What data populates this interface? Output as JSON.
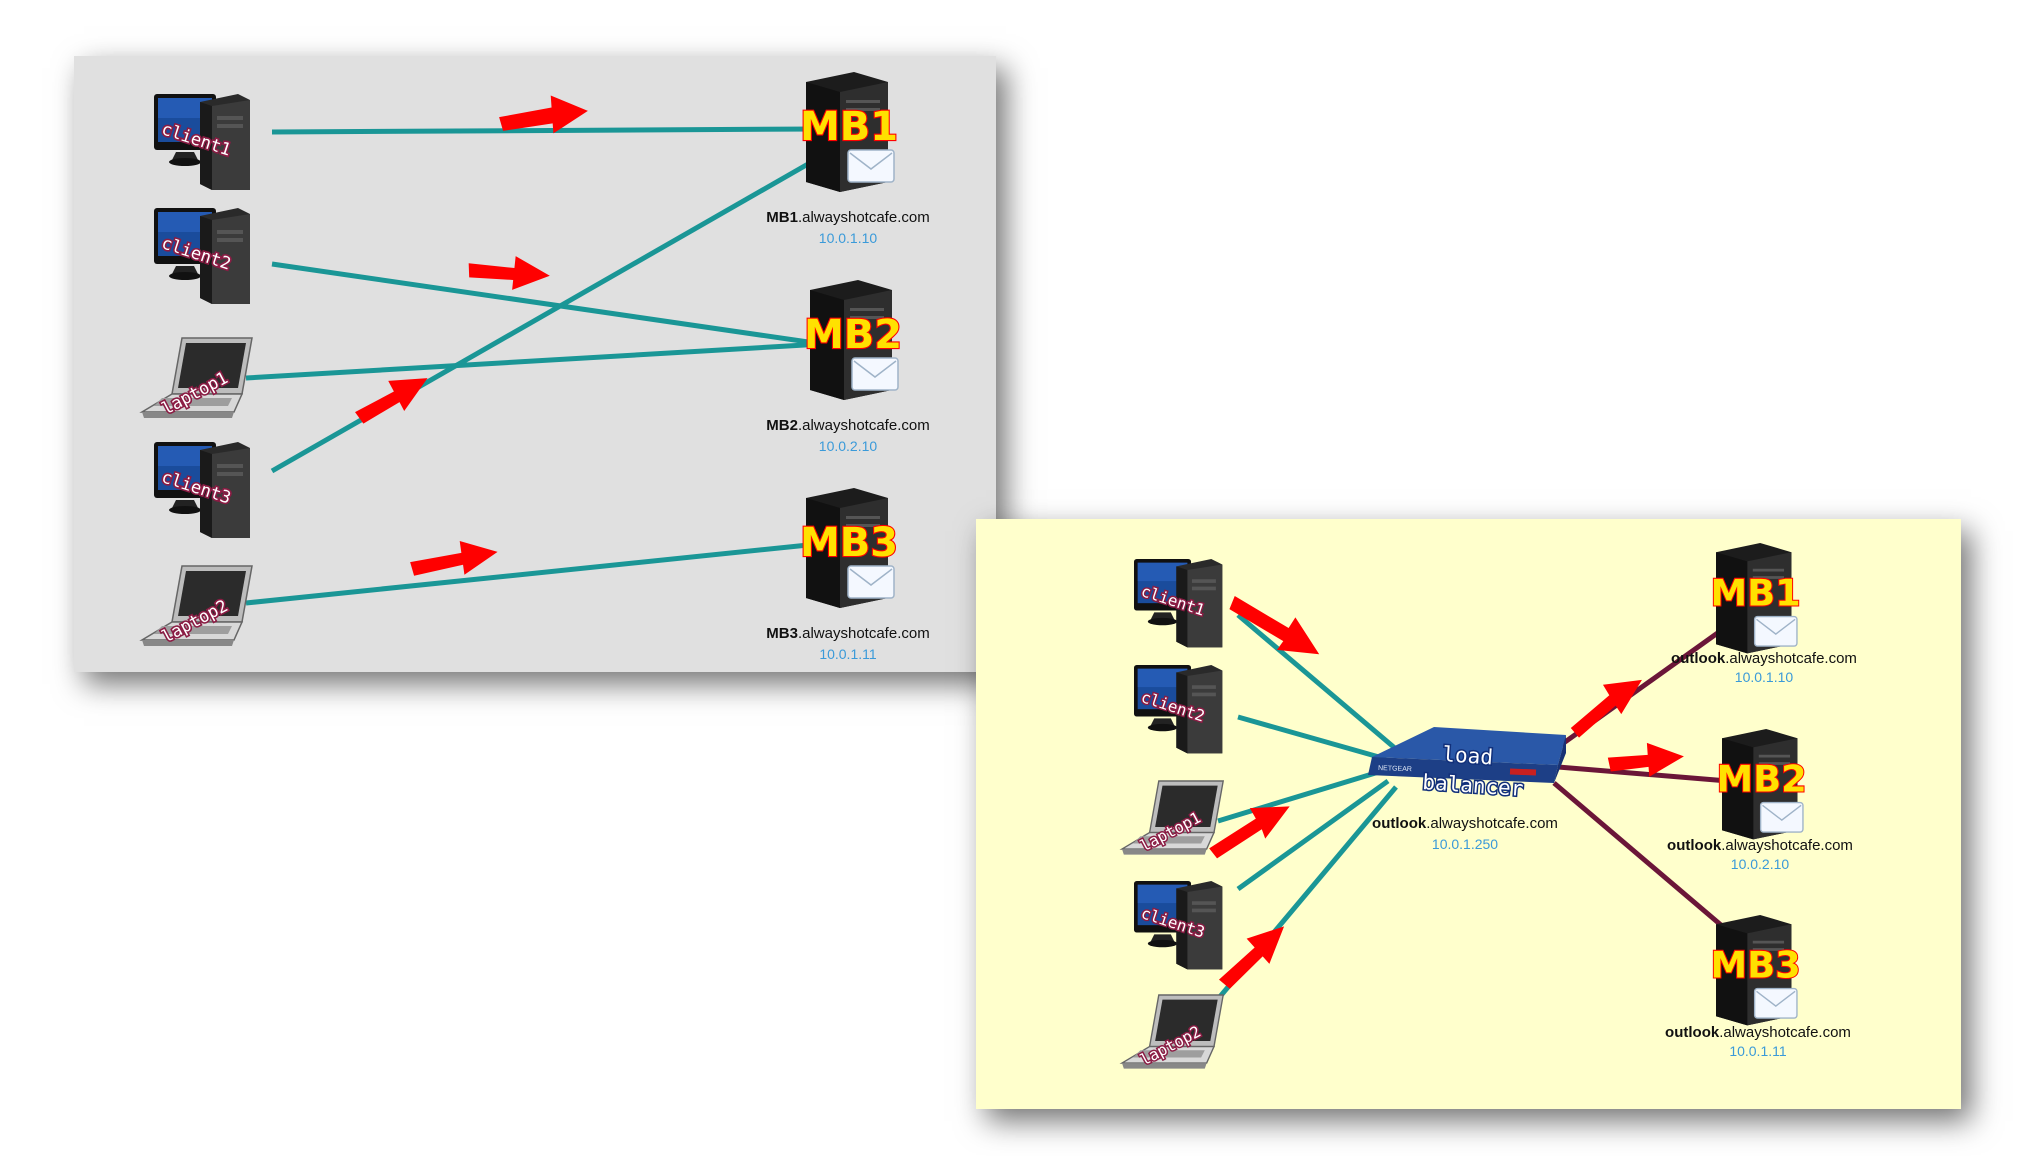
{
  "diagram_before": {
    "clients": [
      {
        "id": "client1",
        "label": "client1",
        "kind": "desktop"
      },
      {
        "id": "client2",
        "label": "client2",
        "kind": "desktop"
      },
      {
        "id": "laptop1",
        "label": "laptop1",
        "kind": "laptop"
      },
      {
        "id": "client3",
        "label": "client3",
        "kind": "desktop"
      },
      {
        "id": "laptop2",
        "label": "laptop2",
        "kind": "laptop"
      }
    ],
    "servers": [
      {
        "id": "mb1",
        "label": "MB1",
        "host_bold": "MB1",
        "host_rest": ".alwayshotcafe.com",
        "ip": "10.0.1.10"
      },
      {
        "id": "mb2",
        "label": "MB2",
        "host_bold": "MB2",
        "host_rest": ".alwayshotcafe.com",
        "ip": "10.0.2.10"
      },
      {
        "id": "mb3",
        "label": "MB3",
        "host_bold": "MB3",
        "host_rest": ".alwayshotcafe.com",
        "ip": "10.0.1.11"
      }
    ],
    "connections": [
      {
        "from": "client1",
        "to": "mb1"
      },
      {
        "from": "client2",
        "to": "mb2"
      },
      {
        "from": "laptop1",
        "to": "mb2"
      },
      {
        "from": "client3",
        "to": "mb1"
      },
      {
        "from": "laptop2",
        "to": "mb3"
      }
    ]
  },
  "diagram_after": {
    "clients": [
      {
        "id": "client1",
        "label": "client1",
        "kind": "desktop"
      },
      {
        "id": "client2",
        "label": "client2",
        "kind": "desktop"
      },
      {
        "id": "laptop1",
        "label": "laptop1",
        "kind": "laptop"
      },
      {
        "id": "client3",
        "label": "client3",
        "kind": "desktop"
      },
      {
        "id": "laptop2",
        "label": "laptop2",
        "kind": "laptop"
      }
    ],
    "load_balancer": {
      "label_line1": "load",
      "label_line2": "balancer",
      "device_brand": "NETGEAR",
      "host_bold": "outlook",
      "host_rest": ".alwayshotcafe.com",
      "ip": "10.0.1.250"
    },
    "servers": [
      {
        "id": "mb1",
        "label": "MB1",
        "host_bold": "outlook",
        "host_rest": ".alwayshotcafe.com",
        "ip": "10.0.1.10"
      },
      {
        "id": "mb2",
        "label": "MB2",
        "host_bold": "outlook",
        "host_rest": ".alwayshotcafe.com",
        "ip": "10.0.2.10"
      },
      {
        "id": "mb3",
        "label": "MB3",
        "host_bold": "outlook",
        "host_rest": ".alwayshotcafe.com",
        "ip": "10.0.1.11"
      }
    ]
  },
  "colors": {
    "panel_before_bg": "#e0e0e0",
    "panel_after_bg": "#ffffcc",
    "client_link": "#1a9696",
    "server_link": "#6b1638",
    "arrow": "#ff0000",
    "ip_text": "#3a9ad9",
    "mb_label_fill": "#ffe100",
    "mb_label_stroke": "#ff0000"
  },
  "icons": {
    "desktop": "desktop-computer-icon",
    "laptop": "laptop-icon",
    "server": "server-tower-icon",
    "mail": "envelope-icon",
    "load_balancer": "network-appliance-icon"
  }
}
